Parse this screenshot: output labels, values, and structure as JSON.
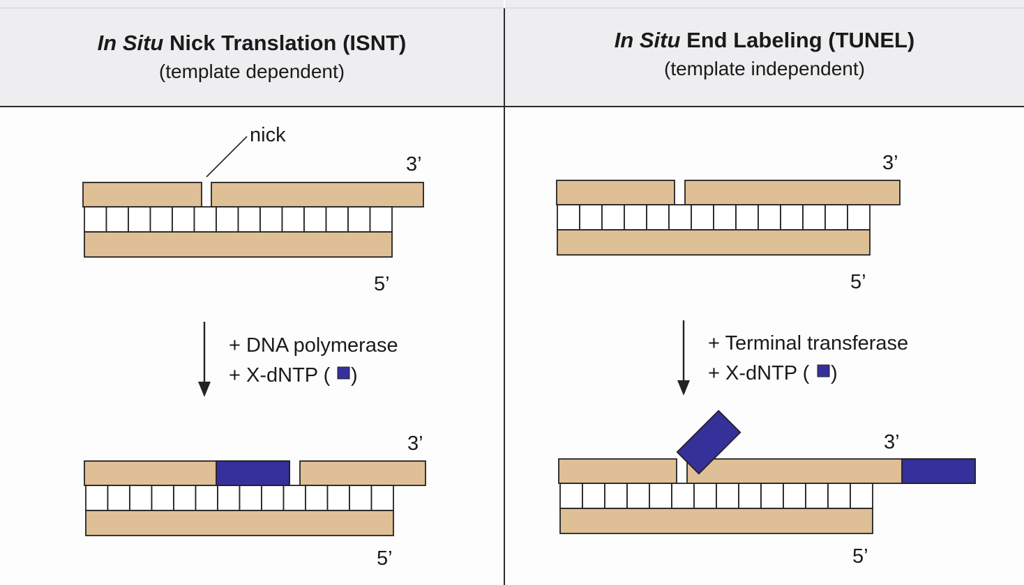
{
  "panels": [
    {
      "title_italic": "In Situ",
      "title_rest": "Nick Translation (ISNT)",
      "subtitle": "(template dependent)",
      "nick_label": "nick",
      "end_3": "3’",
      "end_5": "5’",
      "reagent_1": "+ DNA polymerase",
      "reagent_2_prefix": "+ X-dNTP (",
      "reagent_2_suffix": ")"
    },
    {
      "title_italic": "In Situ",
      "title_rest": "End Labeling (TUNEL)",
      "subtitle": "(template independent)",
      "end_3": "3’",
      "end_5": "5’",
      "reagent_1": "+ Terminal transferase",
      "reagent_2_prefix": "+ X-dNTP (",
      "reagent_2_suffix": ")"
    }
  ],
  "colors": {
    "strand": "#dfbf95",
    "label": "#36309a",
    "line": "#222222",
    "header": "#eeeef0"
  }
}
